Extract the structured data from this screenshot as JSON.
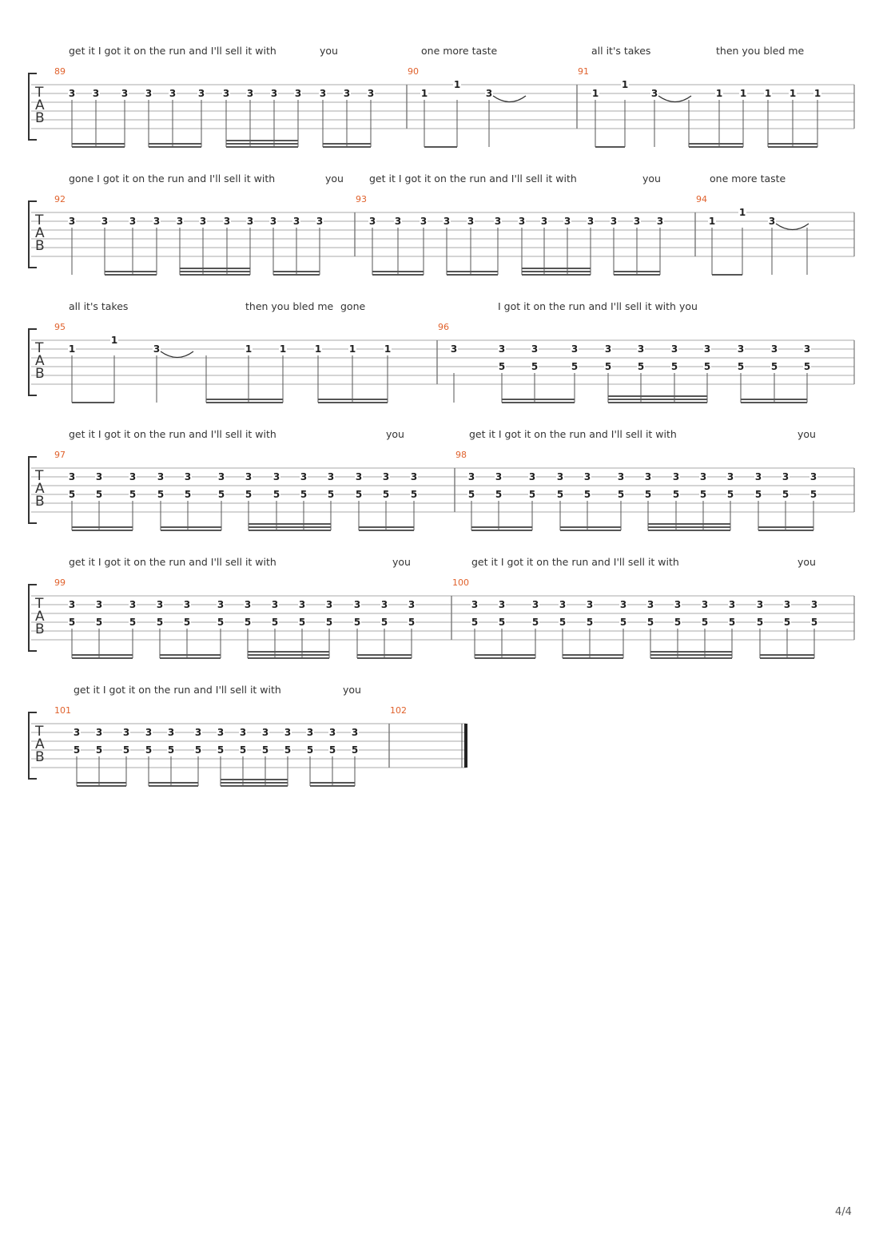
{
  "page_number": "4/4",
  "colors": {
    "ink": "#555555",
    "fret": "#222222",
    "measure_number": "#e0622d",
    "lyrics": "#333333",
    "staff_line": "#aaaaaa"
  },
  "systems": [
    {
      "lyrics": [
        "get it I got it on the run and I'll sell it  with",
        "you",
        "one more taste",
        "all it's takes",
        "then you bled me"
      ],
      "measures": [
        {
          "number": "89",
          "notes": [
            {
              "s": 1,
              "f": "3"
            },
            {
              "s": 1,
              "f": "3"
            },
            {
              "s": 1,
              "f": "3"
            },
            {
              "s": 1,
              "f": "3"
            },
            {
              "s": 1,
              "f": "3"
            },
            {
              "s": 1,
              "f": "3"
            },
            {
              "s": 1,
              "f": "3"
            },
            {
              "s": 1,
              "f": "3"
            },
            {
              "s": 1,
              "f": "3"
            },
            {
              "s": 1,
              "f": "3"
            },
            {
              "s": 1,
              "f": "3"
            },
            {
              "s": 1,
              "f": "3"
            },
            {
              "s": 1,
              "f": "3"
            }
          ]
        },
        {
          "number": "90",
          "notes": [
            {
              "s": 1,
              "f": "1"
            },
            {
              "s": 0,
              "f": "1"
            },
            {
              "s": 1,
              "f": "3",
              "tie": true
            }
          ]
        },
        {
          "number": "91",
          "notes": [
            {
              "s": 1,
              "f": "1"
            },
            {
              "s": 0,
              "f": "1"
            },
            {
              "s": 1,
              "f": "3",
              "tie": true
            },
            {
              "s": 1,
              "f": "1"
            },
            {
              "s": 1,
              "f": "1"
            },
            {
              "s": 1,
              "f": "1"
            },
            {
              "s": 1,
              "f": "1"
            },
            {
              "s": 1,
              "f": "1"
            }
          ]
        }
      ]
    },
    {
      "lyrics": [
        "gone   I got it on the run and I'll sell it with",
        "you",
        "get it I got it on the run and I'll sell it  with",
        "you",
        "one more taste"
      ],
      "measures": [
        {
          "number": "92",
          "notes": [
            {
              "s": 1,
              "f": "3"
            },
            {
              "s": 1,
              "f": "3"
            },
            {
              "s": 1,
              "f": "3"
            },
            {
              "s": 1,
              "f": "3"
            },
            {
              "s": 1,
              "f": "3"
            },
            {
              "s": 1,
              "f": "3"
            },
            {
              "s": 1,
              "f": "3"
            },
            {
              "s": 1,
              "f": "3"
            },
            {
              "s": 1,
              "f": "3"
            },
            {
              "s": 1,
              "f": "3"
            },
            {
              "s": 1,
              "f": "3"
            }
          ]
        },
        {
          "number": "93",
          "notes": [
            {
              "s": 1,
              "f": "3"
            },
            {
              "s": 1,
              "f": "3"
            },
            {
              "s": 1,
              "f": "3"
            },
            {
              "s": 1,
              "f": "3"
            },
            {
              "s": 1,
              "f": "3"
            },
            {
              "s": 1,
              "f": "3"
            },
            {
              "s": 1,
              "f": "3"
            },
            {
              "s": 1,
              "f": "3"
            },
            {
              "s": 1,
              "f": "3"
            },
            {
              "s": 1,
              "f": "3"
            },
            {
              "s": 1,
              "f": "3"
            },
            {
              "s": 1,
              "f": "3"
            },
            {
              "s": 1,
              "f": "3"
            }
          ]
        },
        {
          "number": "94",
          "notes": [
            {
              "s": 1,
              "f": "1"
            },
            {
              "s": 0,
              "f": "1"
            },
            {
              "s": 1,
              "f": "3",
              "tie": true
            }
          ]
        }
      ]
    },
    {
      "lyrics": [
        "all it's takes",
        "then you bled me",
        "gone",
        "I got it on the run and I'll sell it with you"
      ],
      "measures": [
        {
          "number": "95",
          "notes": [
            {
              "s": 1,
              "f": "1"
            },
            {
              "s": 0,
              "f": "1"
            },
            {
              "s": 1,
              "f": "3",
              "tie": true
            },
            {
              "s": 1,
              "f": "1"
            },
            {
              "s": 1,
              "f": "1"
            },
            {
              "s": 1,
              "f": "1"
            },
            {
              "s": 1,
              "f": "1"
            },
            {
              "s": 1,
              "f": "1"
            }
          ]
        },
        {
          "number": "96",
          "notes": [
            {
              "s": 1,
              "f": "3"
            },
            {
              "s": 1,
              "f": "3",
              "f2": "5"
            },
            {
              "s": 1,
              "f": "3",
              "f2": "5"
            },
            {
              "s": 1,
              "f": "3",
              "f2": "5"
            },
            {
              "s": 1,
              "f": "3",
              "f2": "5"
            },
            {
              "s": 1,
              "f": "3",
              "f2": "5"
            },
            {
              "s": 1,
              "f": "3",
              "f2": "5"
            },
            {
              "s": 1,
              "f": "3",
              "f2": "5"
            },
            {
              "s": 1,
              "f": "3",
              "f2": "5"
            },
            {
              "s": 1,
              "f": "3",
              "f2": "5"
            },
            {
              "s": 1,
              "f": "3",
              "f2": "5"
            }
          ]
        }
      ]
    },
    {
      "lyrics": [
        "get it I got it on the run and I'll sell it  with",
        "you",
        "get it I got it on the run and I'll sell it  with",
        "you"
      ],
      "measures": [
        {
          "number": "97",
          "notes": [
            {
              "s": 1,
              "f": "3",
              "f2": "5"
            },
            {
              "s": 1,
              "f": "3",
              "f2": "5"
            },
            {
              "s": 1,
              "f": "3",
              "f2": "5"
            },
            {
              "s": 1,
              "f": "3",
              "f2": "5"
            },
            {
              "s": 1,
              "f": "3",
              "f2": "5"
            },
            {
              "s": 1,
              "f": "3",
              "f2": "5"
            },
            {
              "s": 1,
              "f": "3",
              "f2": "5"
            },
            {
              "s": 1,
              "f": "3",
              "f2": "5"
            },
            {
              "s": 1,
              "f": "3",
              "f2": "5"
            },
            {
              "s": 1,
              "f": "3",
              "f2": "5"
            },
            {
              "s": 1,
              "f": "3",
              "f2": "5"
            },
            {
              "s": 1,
              "f": "3",
              "f2": "5"
            },
            {
              "s": 1,
              "f": "3",
              "f2": "5"
            }
          ]
        },
        {
          "number": "98",
          "notes": [
            {
              "s": 1,
              "f": "3",
              "f2": "5"
            },
            {
              "s": 1,
              "f": "3",
              "f2": "5"
            },
            {
              "s": 1,
              "f": "3",
              "f2": "5"
            },
            {
              "s": 1,
              "f": "3",
              "f2": "5"
            },
            {
              "s": 1,
              "f": "3",
              "f2": "5"
            },
            {
              "s": 1,
              "f": "3",
              "f2": "5"
            },
            {
              "s": 1,
              "f": "3",
              "f2": "5"
            },
            {
              "s": 1,
              "f": "3",
              "f2": "5"
            },
            {
              "s": 1,
              "f": "3",
              "f2": "5"
            },
            {
              "s": 1,
              "f": "3",
              "f2": "5"
            },
            {
              "s": 1,
              "f": "3",
              "f2": "5"
            },
            {
              "s": 1,
              "f": "3",
              "f2": "5"
            },
            {
              "s": 1,
              "f": "3",
              "f2": "5"
            }
          ]
        }
      ]
    },
    {
      "lyrics": [
        "get it I got it on the run and I'll sell it  with",
        "you",
        "get it I got it on the run and I'll sell it  with",
        "you"
      ],
      "measures": [
        {
          "number": "99",
          "notes": [
            {
              "s": 1,
              "f": "3",
              "f2": "5"
            },
            {
              "s": 1,
              "f": "3",
              "f2": "5"
            },
            {
              "s": 1,
              "f": "3",
              "f2": "5"
            },
            {
              "s": 1,
              "f": "3",
              "f2": "5"
            },
            {
              "s": 1,
              "f": "3",
              "f2": "5"
            },
            {
              "s": 1,
              "f": "3",
              "f2": "5"
            },
            {
              "s": 1,
              "f": "3",
              "f2": "5"
            },
            {
              "s": 1,
              "f": "3",
              "f2": "5"
            },
            {
              "s": 1,
              "f": "3",
              "f2": "5"
            },
            {
              "s": 1,
              "f": "3",
              "f2": "5"
            },
            {
              "s": 1,
              "f": "3",
              "f2": "5"
            },
            {
              "s": 1,
              "f": "3",
              "f2": "5"
            },
            {
              "s": 1,
              "f": "3",
              "f2": "5"
            }
          ]
        },
        {
          "number": "100",
          "notes": [
            {
              "s": 1,
              "f": "3",
              "f2": "5"
            },
            {
              "s": 1,
              "f": "3",
              "f2": "5"
            },
            {
              "s": 1,
              "f": "3",
              "f2": "5"
            },
            {
              "s": 1,
              "f": "3",
              "f2": "5"
            },
            {
              "s": 1,
              "f": "3",
              "f2": "5"
            },
            {
              "s": 1,
              "f": "3",
              "f2": "5"
            },
            {
              "s": 1,
              "f": "3",
              "f2": "5"
            },
            {
              "s": 1,
              "f": "3",
              "f2": "5"
            },
            {
              "s": 1,
              "f": "3",
              "f2": "5"
            },
            {
              "s": 1,
              "f": "3",
              "f2": "5"
            },
            {
              "s": 1,
              "f": "3",
              "f2": "5"
            },
            {
              "s": 1,
              "f": "3",
              "f2": "5"
            },
            {
              "s": 1,
              "f": "3",
              "f2": "5"
            }
          ]
        }
      ]
    },
    {
      "lyrics": [
        "get it I got it on the run and I'll sell it  with",
        "you"
      ],
      "measures": [
        {
          "number": "101",
          "notes": [
            {
              "s": 1,
              "f": "3",
              "f2": "5"
            },
            {
              "s": 1,
              "f": "3",
              "f2": "5"
            },
            {
              "s": 1,
              "f": "3",
              "f2": "5"
            },
            {
              "s": 1,
              "f": "3",
              "f2": "5"
            },
            {
              "s": 1,
              "f": "3",
              "f2": "5"
            },
            {
              "s": 1,
              "f": "3",
              "f2": "5"
            },
            {
              "s": 1,
              "f": "3",
              "f2": "5"
            },
            {
              "s": 1,
              "f": "3",
              "f2": "5"
            },
            {
              "s": 1,
              "f": "3",
              "f2": "5"
            },
            {
              "s": 1,
              "f": "3",
              "f2": "5"
            },
            {
              "s": 1,
              "f": "3",
              "f2": "5"
            },
            {
              "s": 1,
              "f": "3",
              "f2": "5"
            },
            {
              "s": 1,
              "f": "3",
              "f2": "5"
            }
          ]
        },
        {
          "number": "102",
          "notes": []
        }
      ]
    }
  ]
}
